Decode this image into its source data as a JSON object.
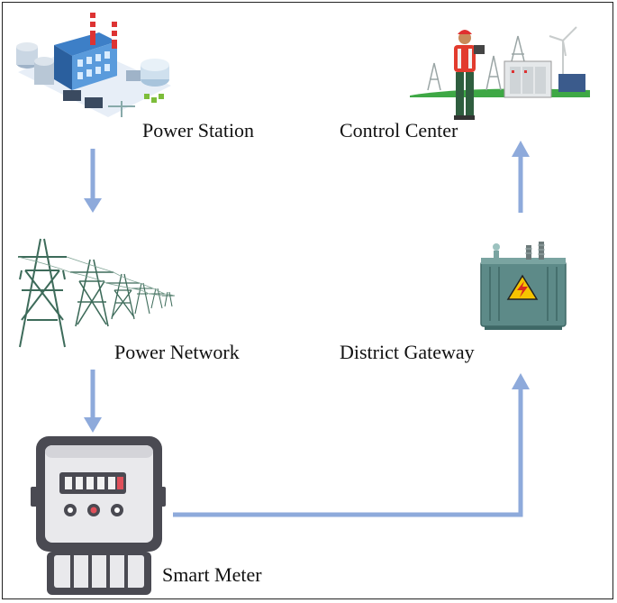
{
  "nodes": {
    "power_station": {
      "label": "Power Station",
      "icon": "power-station-icon"
    },
    "power_network": {
      "label": "Power Network",
      "icon": "transmission-towers-icon"
    },
    "smart_meter": {
      "label": "Smart Meter",
      "icon": "smart-meter-icon"
    },
    "district_gateway": {
      "label": "District Gateway",
      "icon": "transformer-icon"
    },
    "control_center": {
      "label": "Control Center",
      "icon": "control-center-icon"
    }
  },
  "flow": [
    "power_station",
    "power_network",
    "smart_meter",
    "district_gateway",
    "control_center"
  ],
  "colors": {
    "arrow": "#8eaadb",
    "frame": "#222222",
    "warning": "#f5c400"
  }
}
